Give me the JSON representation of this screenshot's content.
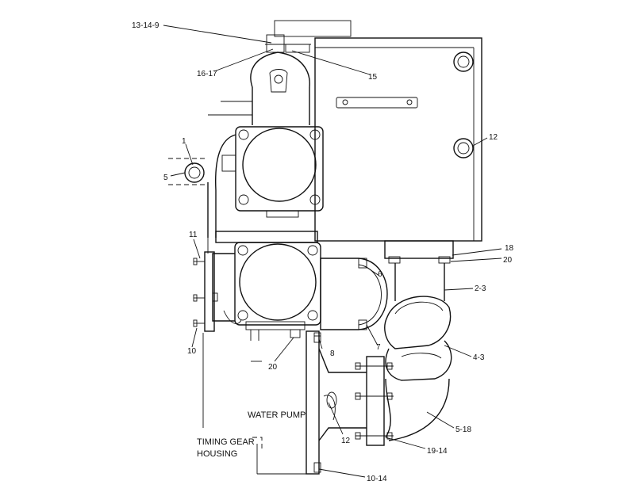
{
  "labels": {
    "water_pump": "WATER PUMP",
    "timing_gear_line1": "TIMING GEAR",
    "timing_gear_line2": "HOUSING"
  },
  "callouts": {
    "c_13_14_9": "13-14-9",
    "c_16_17": "16-17",
    "c_15": "15",
    "c_1": "1",
    "c_5_left": "5",
    "c_12_top": "12",
    "c_11": "11",
    "c_10_left": "10",
    "c_18": "18",
    "c_20_right": "20",
    "c_6": "6",
    "c_2_3": "2-3",
    "c_7": "7",
    "c_8": "8",
    "c_20_bottom": "20",
    "c_4_3": "4-3",
    "c_5_18": "5-18",
    "c_12_bottom": "12",
    "c_19_14": "19-14",
    "c_10_14": "10-14"
  }
}
